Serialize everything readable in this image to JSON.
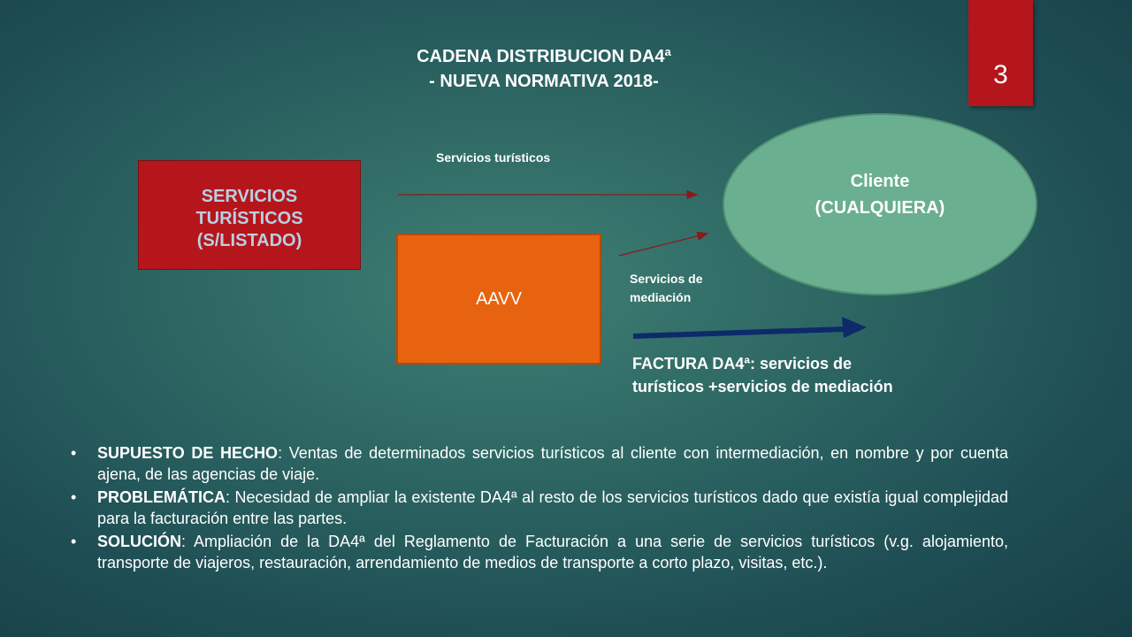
{
  "slide": {
    "title_line1": "CADENA DISTRIBUCION DA4ª",
    "title_line2": "- NUEVA NORMATIVA 2018-",
    "page_number": "3"
  },
  "diagram": {
    "servicios_box": "SERVICIOS\nTURÍSTICOS\n(S/LISTADO)",
    "aavv_box": "AAVV",
    "cliente": "Cliente\n(CUALQUIERA)",
    "label_servicios_turisticos": "Servicios turísticos",
    "label_servicios_mediacion": "Servicios de\nmediación",
    "label_factura": "FACTURA DA4ª: servicios de\nturísticos +servicios de mediación"
  },
  "bullets": [
    {
      "bullet": "•",
      "term": "SUPUESTO DE HECHO",
      "text": ": Ventas de determinados servicios turísticos al cliente con intermediación, en nombre y por cuenta ajena, de las agencias de viaje."
    },
    {
      "bullet": "•",
      "term": "PROBLEMÁTICA",
      "text": ": Necesidad de ampliar la existente DA4ª al resto de los servicios turísticos dado que existía igual complejidad para la facturación entre las partes."
    },
    {
      "bullet": "•",
      "term": "SOLUCIÓN",
      "text": ": Ampliación de la DA4ª del Reglamento de Facturación a una serie de servicios turísticos (v.g. alojamiento, transporte de viajeros, restauración, arrendamiento de medios de transporte a corto plazo, visitas, etc.)."
    }
  ],
  "colors": {
    "red": "#b5161b",
    "orange": "#e8630f",
    "green": "#6aaf8f",
    "navy_arrow": "#0d2a6b",
    "thin_arrow": "#8b1a1a"
  }
}
